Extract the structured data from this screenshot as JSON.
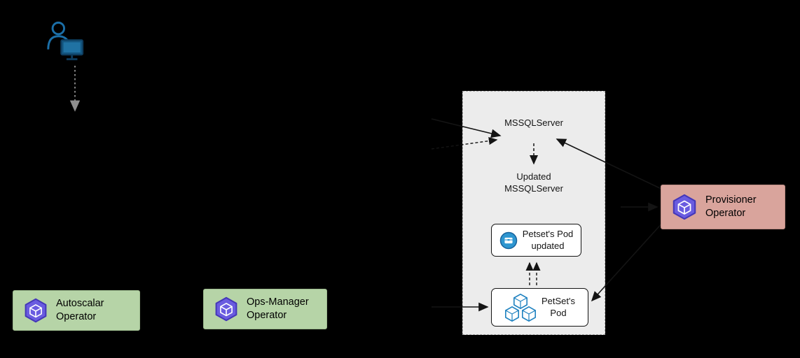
{
  "panel": {
    "mssqlserver": "MSSQLServer",
    "updated": [
      "Updated",
      "MSSQLServer"
    ],
    "pod_updated": [
      "Petset's Pod",
      "updated"
    ],
    "petset_pod": [
      "PetSet's",
      "Pod"
    ]
  },
  "operators": {
    "provisioner": [
      "Provisioner",
      "Operator"
    ],
    "autoscalar": [
      "Autoscalar",
      "Operator"
    ],
    "ops_manager": [
      "Ops-Manager",
      "Operator"
    ]
  },
  "colors": {
    "background": "#000000",
    "panel_bg": "#ececec",
    "green_box": "#b6d4a7",
    "pink_box": "#d9a49c",
    "operator_icon_purple": "#6a5ce0",
    "pod_icon_blue": "#2e96d0",
    "user_icon_blue": "#1b6fa8",
    "arrow": "#141414"
  },
  "icons": {
    "user": "user-at-computer-icon",
    "operator": "operator-cube-icon",
    "pod": "pod-icon",
    "petset": "petset-cubes-icon"
  }
}
